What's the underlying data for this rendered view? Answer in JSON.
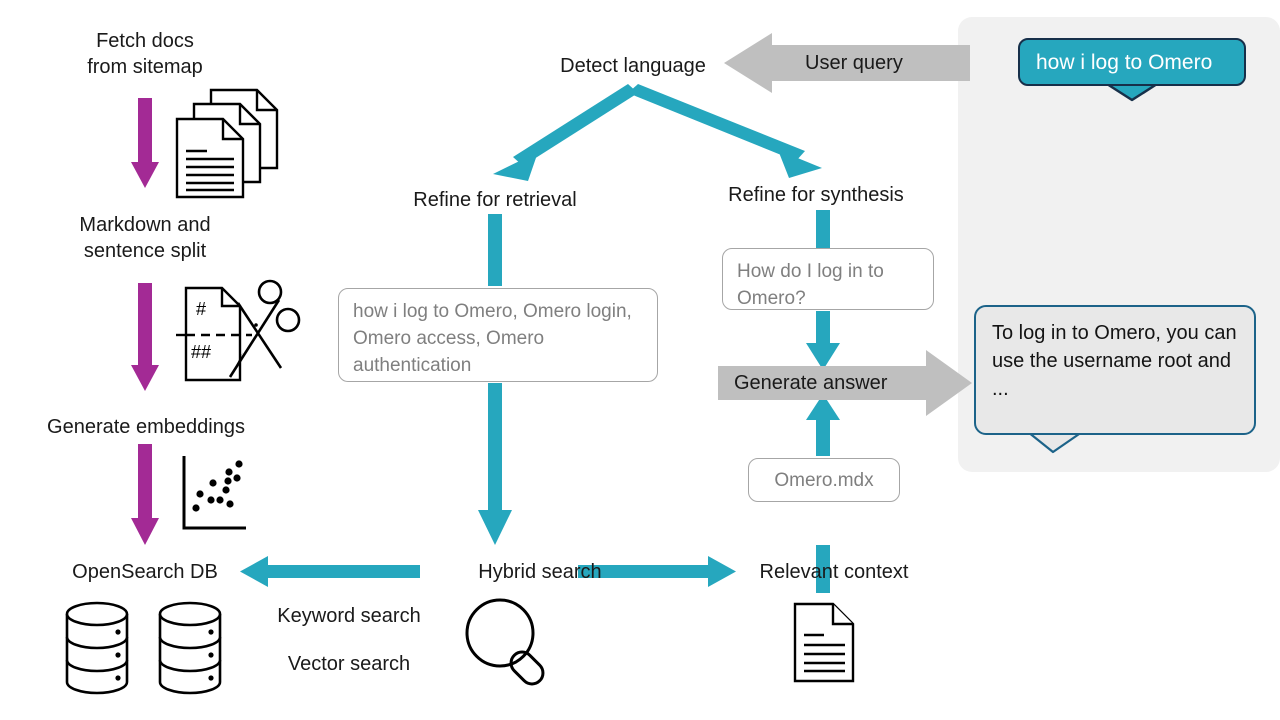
{
  "diagram": {
    "title": "RAG pipeline for Omero documentation",
    "colors": {
      "teal": "#26A7BE",
      "purple": "#A32A95",
      "gray_arrow": "#BFBFBF",
      "panel_bg": "#F1F1F1",
      "ghost_border": "#A6A6A6",
      "ghost_text": "#7F7F7F",
      "bubble_user_fill": "#26A7BE",
      "bubble_user_border": "#17304A",
      "bubble_answer_fill": "#E8E8E8",
      "bubble_answer_border": "#1C6389",
      "text": "#1A1A1A",
      "stroke": "#000000"
    }
  },
  "ingestion": {
    "step1_label": "Fetch docs\nfrom sitemap",
    "step2_label": "Markdown and\nsentence split",
    "step3_label": "Generate embeddings",
    "step4_label": "OpenSearch DB",
    "icons": {
      "docs": "stacked-documents-icon",
      "split": "markdown-scissors-icon",
      "embeddings": "scatter-plot-icon",
      "database": "database-cylinders-icon"
    },
    "markdown_marks": [
      "#",
      "##"
    ]
  },
  "query_flow": {
    "detect_language_label": "Detect language",
    "refine_retrieval_label": "Refine for retrieval",
    "refine_synthesis_label": "Refine for synthesis",
    "retrieval_query_text": "how i log to Omero, Omero login, Omero access, Omero authentication",
    "synthesis_query_text": "How do I log in to Omero?",
    "generate_answer_label": "Generate answer",
    "context_file_label": "Omero.mdx",
    "hybrid_search_label": "Hybrid search",
    "keyword_search_label": "Keyword search",
    "vector_search_label": "Vector search",
    "relevant_context_label": "Relevant context",
    "user_query_label": "User query",
    "icons": {
      "search": "magnifier-icon",
      "context_doc": "document-icon"
    }
  },
  "chat": {
    "user_message": "how i log to Omero",
    "assistant_message": "To log in to Omero, you can use the username root and ..."
  }
}
